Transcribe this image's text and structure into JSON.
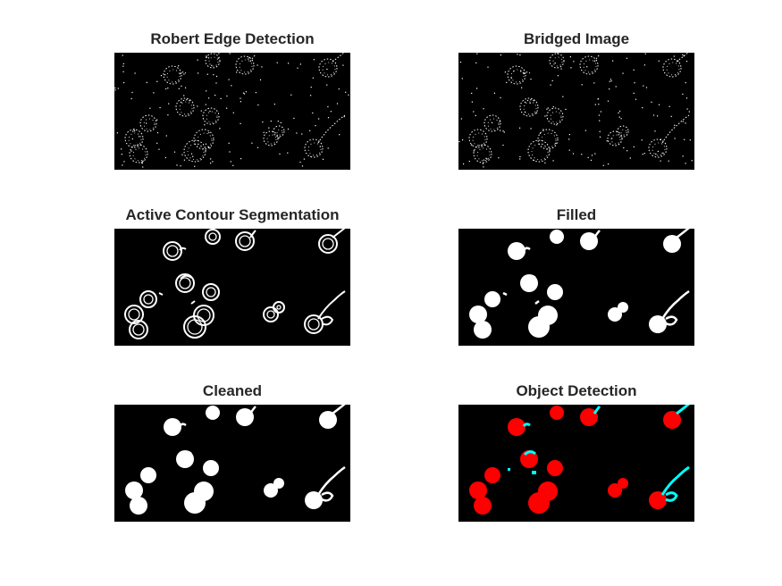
{
  "figure": {
    "panels": [
      {
        "title": "Robert Edge Detection"
      },
      {
        "title": "Bridged Image"
      },
      {
        "title": "Active Contour Segmentation"
      },
      {
        "title": "Filled"
      },
      {
        "title": "Cleaned"
      },
      {
        "title": "Object Detection"
      }
    ]
  },
  "colors": {
    "background": "#ffffff",
    "image_bg": "#000000",
    "foreground": "#ffffff",
    "detected_object": "#ff0000",
    "rejected_object": "#00ffff",
    "title": "#262626"
  }
}
